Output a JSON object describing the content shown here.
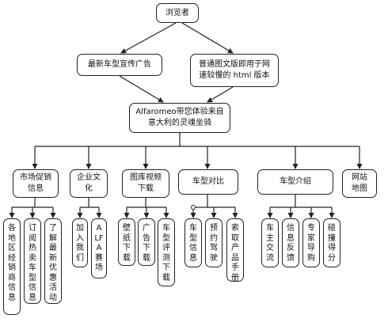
{
  "colors": {
    "line": "#222222",
    "box_border": "#222222",
    "background": "#ffffff",
    "text": "#111111"
  },
  "nodes": {
    "root": "浏览者",
    "ad": "最新车型宣传广告",
    "html_version": "普通图文版即用于网速较慢的 html 版本",
    "main": "Alfaromeo带您体验来自意大利的灵魂坐骑",
    "market": "市场促销信息",
    "company": "企业文化",
    "gallery": "图库视频下载",
    "compare": "车型对比",
    "models": "车型介绍",
    "sitemap": "网站地图",
    "dealers": "各地区经销商信息",
    "subscribe": "订阅热卖车型信息",
    "promotions": "了解最新优惠活动",
    "join": "加入我们",
    "alfa_arena": "ALFA赛场",
    "wallpaper": "壁纸下载",
    "ad_download": "广告下载",
    "review_download": "车型评测下载",
    "model_info": "车型信息",
    "test_drive": "预约驾驶",
    "brochure": "索取产品手册",
    "owners": "车主交流",
    "feedback": "信息反馈",
    "expert": "专家导购",
    "crash_score": "碰撞得分"
  }
}
